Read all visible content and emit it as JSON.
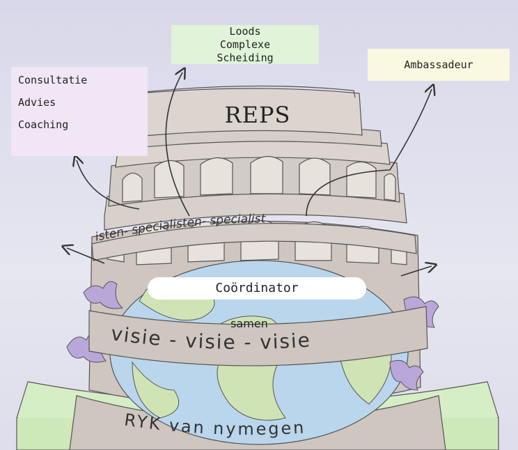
{
  "boxes": {
    "left": [
      "Consultatie",
      "Advies",
      "Coaching"
    ],
    "middle": [
      "Loods",
      "Complexe",
      "Scheiding"
    ],
    "right": "Ambassadeur"
  },
  "tower": {
    "title": "REPS",
    "band_text": "isten- specialisten- specialist",
    "coordinator": "Coördinator",
    "samen": "samen",
    "visie": "visie - visie - visie",
    "base": "RYK van nymegen"
  },
  "colors": {
    "lilac_box": "#f1e6f5",
    "green_box": "#e1f3d8",
    "yellow_box": "#fbf8e1",
    "ocean": "#b9d6ec",
    "land": "#cfe3b4",
    "stone": "#cfc6c0",
    "coral": "#b9a7d9",
    "base_green": "#d6eec5"
  }
}
